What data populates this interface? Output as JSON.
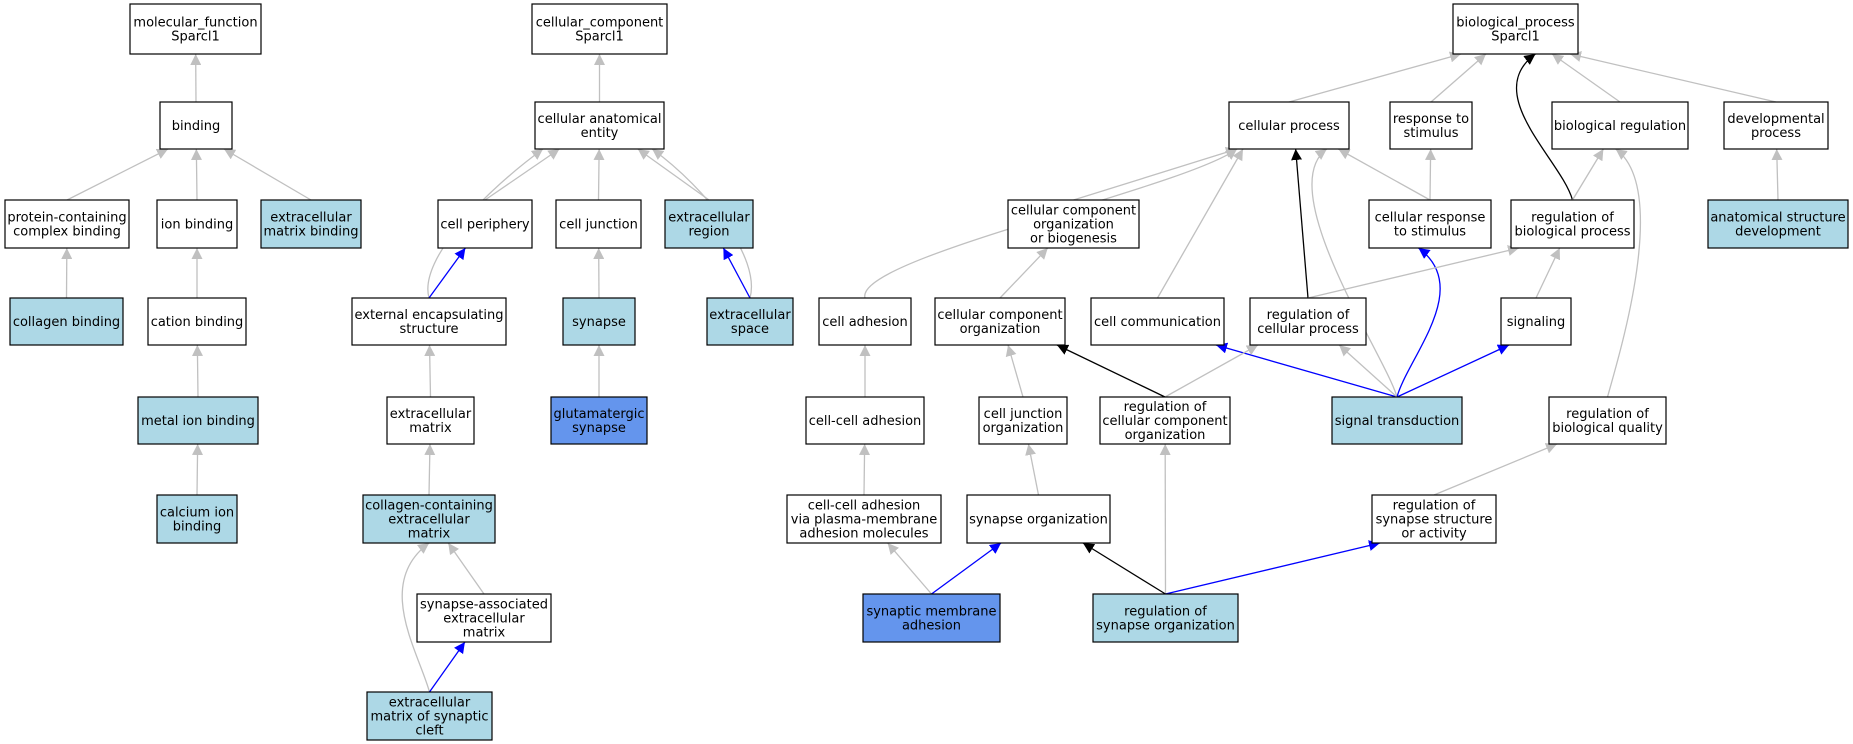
{
  "colors": {
    "default": "#ffffff",
    "highlight": "#add8e6",
    "strong": "#6495ed",
    "edge_gray": "#c0c0c0",
    "edge_black": "#000000",
    "edge_blue": "#0000ff"
  },
  "nodes": [
    {
      "id": "mf",
      "lines": [
        "molecular_function",
        "Sparcl1"
      ],
      "fill": "default"
    },
    {
      "id": "binding",
      "lines": [
        "binding"
      ],
      "fill": "default"
    },
    {
      "id": "pcb",
      "lines": [
        "protein-containing",
        "complex binding"
      ],
      "fill": "default"
    },
    {
      "id": "ionb",
      "lines": [
        "ion binding"
      ],
      "fill": "default"
    },
    {
      "id": "emb",
      "lines": [
        "extracellular",
        "matrix binding"
      ],
      "fill": "highlight"
    },
    {
      "id": "colb",
      "lines": [
        "collagen binding"
      ],
      "fill": "highlight"
    },
    {
      "id": "catb",
      "lines": [
        "cation binding"
      ],
      "fill": "default"
    },
    {
      "id": "metb",
      "lines": [
        "metal ion binding"
      ],
      "fill": "highlight"
    },
    {
      "id": "calb",
      "lines": [
        "calcium ion",
        "binding"
      ],
      "fill": "highlight"
    },
    {
      "id": "cc",
      "lines": [
        "cellular_component",
        "Sparcl1"
      ],
      "fill": "default"
    },
    {
      "id": "cae",
      "lines": [
        "cellular anatomical",
        "entity"
      ],
      "fill": "default"
    },
    {
      "id": "cper",
      "lines": [
        "cell periphery"
      ],
      "fill": "default"
    },
    {
      "id": "cjun",
      "lines": [
        "cell junction"
      ],
      "fill": "default"
    },
    {
      "id": "ecreg",
      "lines": [
        "extracellular",
        "region"
      ],
      "fill": "highlight"
    },
    {
      "id": "ees",
      "lines": [
        "external encapsulating",
        "structure"
      ],
      "fill": "default"
    },
    {
      "id": "syn",
      "lines": [
        "synapse"
      ],
      "fill": "highlight"
    },
    {
      "id": "ecsp",
      "lines": [
        "extracellular",
        "space"
      ],
      "fill": "highlight"
    },
    {
      "id": "ecm",
      "lines": [
        "extracellular",
        "matrix"
      ],
      "fill": "default"
    },
    {
      "id": "glut",
      "lines": [
        "glutamatergic",
        "synapse"
      ],
      "fill": "strong"
    },
    {
      "id": "ccecm",
      "lines": [
        "collagen-containing",
        "extracellular",
        "matrix"
      ],
      "fill": "highlight"
    },
    {
      "id": "saecm",
      "lines": [
        "synapse-associated",
        "extracellular",
        "matrix"
      ],
      "fill": "default"
    },
    {
      "id": "ecmsc",
      "lines": [
        "extracellular",
        "matrix of synaptic",
        "cleft"
      ],
      "fill": "highlight"
    },
    {
      "id": "bp",
      "lines": [
        "biological_process",
        "Sparcl1"
      ],
      "fill": "default"
    },
    {
      "id": "cp",
      "lines": [
        "cellular process"
      ],
      "fill": "default"
    },
    {
      "id": "rts",
      "lines": [
        "response to",
        "stimulus"
      ],
      "fill": "default"
    },
    {
      "id": "breg",
      "lines": [
        "biological regulation"
      ],
      "fill": "default"
    },
    {
      "id": "devp",
      "lines": [
        "developmental",
        "process"
      ],
      "fill": "default"
    },
    {
      "id": "ccob",
      "lines": [
        "cellular component",
        "organization",
        "or biogenesis"
      ],
      "fill": "default"
    },
    {
      "id": "crs",
      "lines": [
        "cellular response",
        "to stimulus"
      ],
      "fill": "default"
    },
    {
      "id": "rbp",
      "lines": [
        "regulation of",
        "biological process"
      ],
      "fill": "default"
    },
    {
      "id": "asd",
      "lines": [
        "anatomical structure",
        "development"
      ],
      "fill": "highlight"
    },
    {
      "id": "cadh",
      "lines": [
        "cell adhesion"
      ],
      "fill": "default"
    },
    {
      "id": "cco",
      "lines": [
        "cellular component",
        "organization"
      ],
      "fill": "default"
    },
    {
      "id": "ccomm",
      "lines": [
        "cell communication"
      ],
      "fill": "default"
    },
    {
      "id": "rcp",
      "lines": [
        "regulation of",
        "cellular process"
      ],
      "fill": "default"
    },
    {
      "id": "sig",
      "lines": [
        "signaling"
      ],
      "fill": "default"
    },
    {
      "id": "ccadh",
      "lines": [
        "cell-cell adhesion"
      ],
      "fill": "default"
    },
    {
      "id": "cjo",
      "lines": [
        "cell junction",
        "organization"
      ],
      "fill": "default"
    },
    {
      "id": "rcco",
      "lines": [
        "regulation of",
        "cellular component",
        "organization"
      ],
      "fill": "default"
    },
    {
      "id": "st",
      "lines": [
        "signal transduction"
      ],
      "fill": "highlight"
    },
    {
      "id": "rbq",
      "lines": [
        "regulation of",
        "biological quality"
      ],
      "fill": "default"
    },
    {
      "id": "ccapm",
      "lines": [
        "cell-cell adhesion",
        "via plasma-membrane",
        "adhesion molecules"
      ],
      "fill": "default"
    },
    {
      "id": "syno",
      "lines": [
        "synapse organization"
      ],
      "fill": "default"
    },
    {
      "id": "rssa",
      "lines": [
        "regulation of",
        "synapse structure",
        "or activity"
      ],
      "fill": "default"
    },
    {
      "id": "sma",
      "lines": [
        "synaptic membrane",
        "adhesion"
      ],
      "fill": "strong"
    },
    {
      "id": "rso",
      "lines": [
        "regulation of",
        "synapse organization"
      ],
      "fill": "highlight"
    }
  ],
  "edges": [
    {
      "from": "binding",
      "to": "mf",
      "color": "gray"
    },
    {
      "from": "pcb",
      "to": "binding",
      "color": "gray"
    },
    {
      "from": "ionb",
      "to": "binding",
      "color": "gray"
    },
    {
      "from": "emb",
      "to": "binding",
      "color": "gray"
    },
    {
      "from": "colb",
      "to": "pcb",
      "color": "gray"
    },
    {
      "from": "catb",
      "to": "ionb",
      "color": "gray"
    },
    {
      "from": "metb",
      "to": "catb",
      "color": "gray"
    },
    {
      "from": "calb",
      "to": "metb",
      "color": "gray"
    },
    {
      "from": "cae",
      "to": "cc",
      "color": "gray"
    },
    {
      "from": "cper",
      "to": "cae",
      "color": "gray"
    },
    {
      "from": "cjun",
      "to": "cae",
      "color": "gray"
    },
    {
      "from": "ecreg",
      "to": "cae",
      "color": "gray"
    },
    {
      "from": "ees",
      "to": "cae",
      "color": "gray",
      "curve": "left"
    },
    {
      "from": "ecsp",
      "to": "cae",
      "color": "gray",
      "curve": "right"
    },
    {
      "from": "ees",
      "to": "cper",
      "color": "blue"
    },
    {
      "from": "syn",
      "to": "cjun",
      "color": "gray"
    },
    {
      "from": "ecsp",
      "to": "ecreg",
      "color": "blue"
    },
    {
      "from": "ecm",
      "to": "ees",
      "color": "gray"
    },
    {
      "from": "glut",
      "to": "syn",
      "color": "gray"
    },
    {
      "from": "ccecm",
      "to": "ecm",
      "color": "gray"
    },
    {
      "from": "saecm",
      "to": "ccecm",
      "color": "gray"
    },
    {
      "from": "ecmsc",
      "to": "ccecm",
      "color": "gray",
      "curve": "left"
    },
    {
      "from": "ecmsc",
      "to": "saecm",
      "color": "blue"
    },
    {
      "from": "cp",
      "to": "bp",
      "color": "gray"
    },
    {
      "from": "rts",
      "to": "bp",
      "color": "gray"
    },
    {
      "from": "breg",
      "to": "bp",
      "color": "gray"
    },
    {
      "from": "devp",
      "to": "bp",
      "color": "gray"
    },
    {
      "from": "rbp",
      "to": "bp",
      "color": "black",
      "curve": "left"
    },
    {
      "from": "ccob",
      "to": "cp",
      "color": "gray"
    },
    {
      "from": "crs",
      "to": "cp",
      "color": "gray"
    },
    {
      "from": "cadh",
      "to": "cp",
      "color": "gray",
      "curve": "left"
    },
    {
      "from": "ccomm",
      "to": "cp",
      "color": "gray"
    },
    {
      "from": "rcp",
      "to": "cp",
      "color": "black"
    },
    {
      "from": "st",
      "to": "cp",
      "color": "gray",
      "curve": "left"
    },
    {
      "from": "crs",
      "to": "rts",
      "color": "gray"
    },
    {
      "from": "rbp",
      "to": "breg",
      "color": "gray"
    },
    {
      "from": "rbq",
      "to": "breg",
      "color": "gray",
      "curve": "right"
    },
    {
      "from": "asd",
      "to": "devp",
      "color": "gray"
    },
    {
      "from": "cco",
      "to": "ccob",
      "color": "gray"
    },
    {
      "from": "st",
      "to": "crs",
      "color": "blue",
      "curve": "right"
    },
    {
      "from": "rcp",
      "to": "rbp",
      "color": "gray"
    },
    {
      "from": "sig",
      "to": "rbp",
      "color": "gray"
    },
    {
      "from": "ccadh",
      "to": "cadh",
      "color": "gray"
    },
    {
      "from": "cjo",
      "to": "cco",
      "color": "gray"
    },
    {
      "from": "rcco",
      "to": "cco",
      "color": "black"
    },
    {
      "from": "st",
      "to": "ccomm",
      "color": "blue"
    },
    {
      "from": "rcco",
      "to": "rcp",
      "color": "gray"
    },
    {
      "from": "st",
      "to": "rcp",
      "color": "gray"
    },
    {
      "from": "st",
      "to": "sig",
      "color": "blue"
    },
    {
      "from": "ccapm",
      "to": "ccadh",
      "color": "gray"
    },
    {
      "from": "syno",
      "to": "cjo",
      "color": "gray"
    },
    {
      "from": "rso",
      "to": "rcco",
      "color": "gray"
    },
    {
      "from": "rssa",
      "to": "rbq",
      "color": "gray"
    },
    {
      "from": "sma",
      "to": "ccapm",
      "color": "gray"
    },
    {
      "from": "sma",
      "to": "syno",
      "color": "blue"
    },
    {
      "from": "rso",
      "to": "syno",
      "color": "black"
    },
    {
      "from": "rso",
      "to": "rssa",
      "color": "blue"
    }
  ]
}
